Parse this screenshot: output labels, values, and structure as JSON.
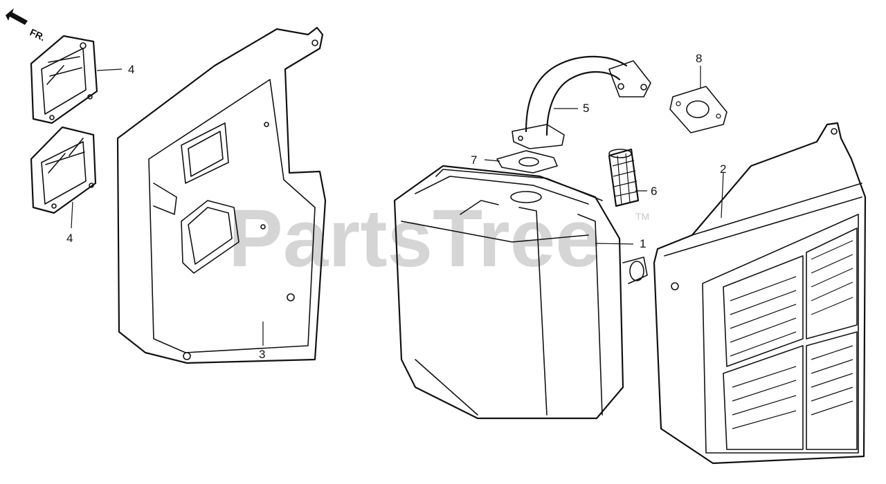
{
  "watermark": {
    "text": "PartsTree",
    "tm": "TM"
  },
  "direction": {
    "text": "FR."
  },
  "callouts": [
    {
      "id": "1",
      "label": "1"
    },
    {
      "id": "2",
      "label": "2"
    },
    {
      "id": "3",
      "label": "3"
    },
    {
      "id": "4a",
      "label": "4"
    },
    {
      "id": "4b",
      "label": "4"
    },
    {
      "id": "5",
      "label": "5"
    },
    {
      "id": "6",
      "label": "6"
    },
    {
      "id": "7",
      "label": "7"
    },
    {
      "id": "8",
      "label": "8"
    }
  ]
}
